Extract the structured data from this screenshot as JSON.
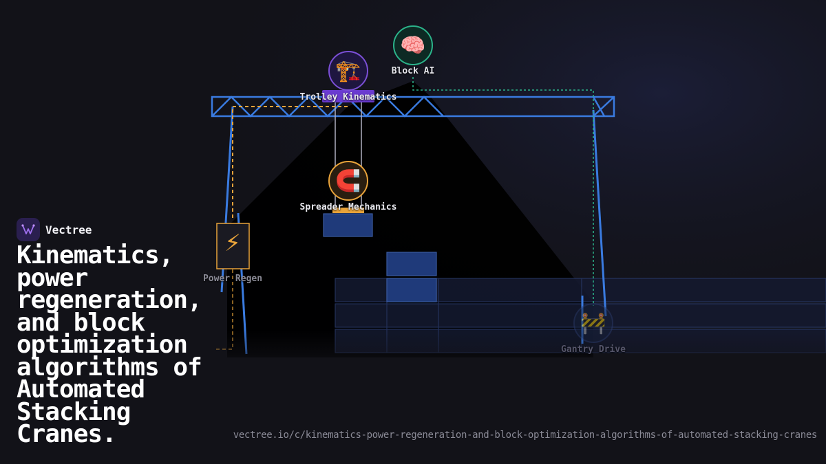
{
  "brand": {
    "name": "Vectree",
    "logo_icon": "vectree-logo-icon"
  },
  "headline": "Kinematics, power regeneration, and block optimization algorithms of Automated Stacking Cranes.",
  "url": "vectree.io/c/kinematics-power-regeneration-and-block-optimization-algorithms-of-automated-stacking-cranes",
  "nodes": {
    "block_ai": {
      "label": "Block AI",
      "icon": "brain-icon",
      "color": "#2bb38a"
    },
    "trolley": {
      "label": "Trolley Kinematics",
      "icon": "crane-icon",
      "color": "#7b4fd6"
    },
    "spreader": {
      "label": "Spreader Mechanics",
      "icon": "magnet-icon",
      "color": "#e8a33a"
    },
    "power": {
      "label": "Power Regen",
      "icon": "lightning-icon",
      "color": "#e8a33a"
    },
    "gantry": {
      "label": "Gantry Drive",
      "icon": "gantry-icon",
      "color": "#4a7bd6"
    }
  },
  "colors": {
    "steel": "#3a7be0",
    "container": "#1f3a7a",
    "link_orange": "#e8a33a",
    "link_green": "#2bb38a"
  }
}
